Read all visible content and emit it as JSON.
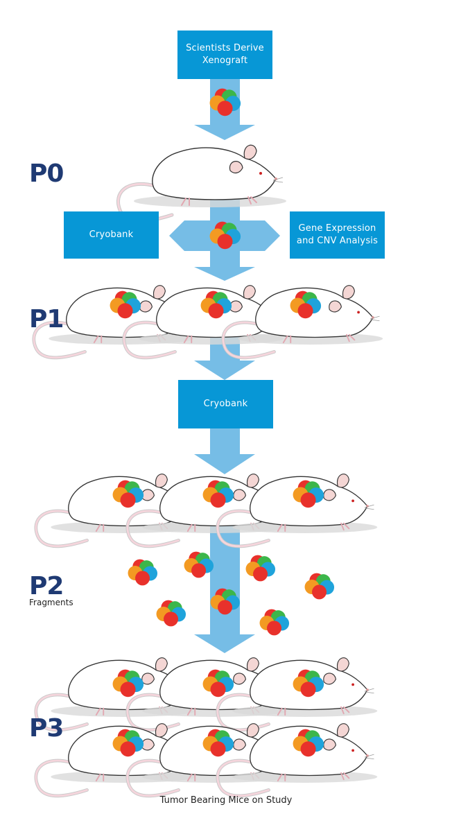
{
  "boxes": {
    "derive": {
      "line1": "Scientists Derive",
      "line2": "Xenograft"
    },
    "cryobank_left": {
      "label": "Cryobank"
    },
    "analysis": {
      "line1": "Gene Expression",
      "line2": "and CNV Analysis"
    },
    "cryobank_mid": {
      "label": "Cryobank"
    }
  },
  "stages": {
    "p0": "P0",
    "p1": "P1",
    "p2": "P2",
    "p2_sub": "Fragments",
    "p3": "P3"
  },
  "footer": "Tumor Bearing Mice on Study",
  "colors": {
    "box_blue": "#0797d6",
    "arrow_blue": "#76bde6",
    "label_navy": "#1f3a73",
    "cell_red": "#e8312b",
    "cell_orange": "#f39a22",
    "cell_green": "#3cb64a",
    "cell_blue": "#1fa3db"
  },
  "icons": [
    "mouse-icon",
    "tumor-cell-cluster-icon"
  ]
}
